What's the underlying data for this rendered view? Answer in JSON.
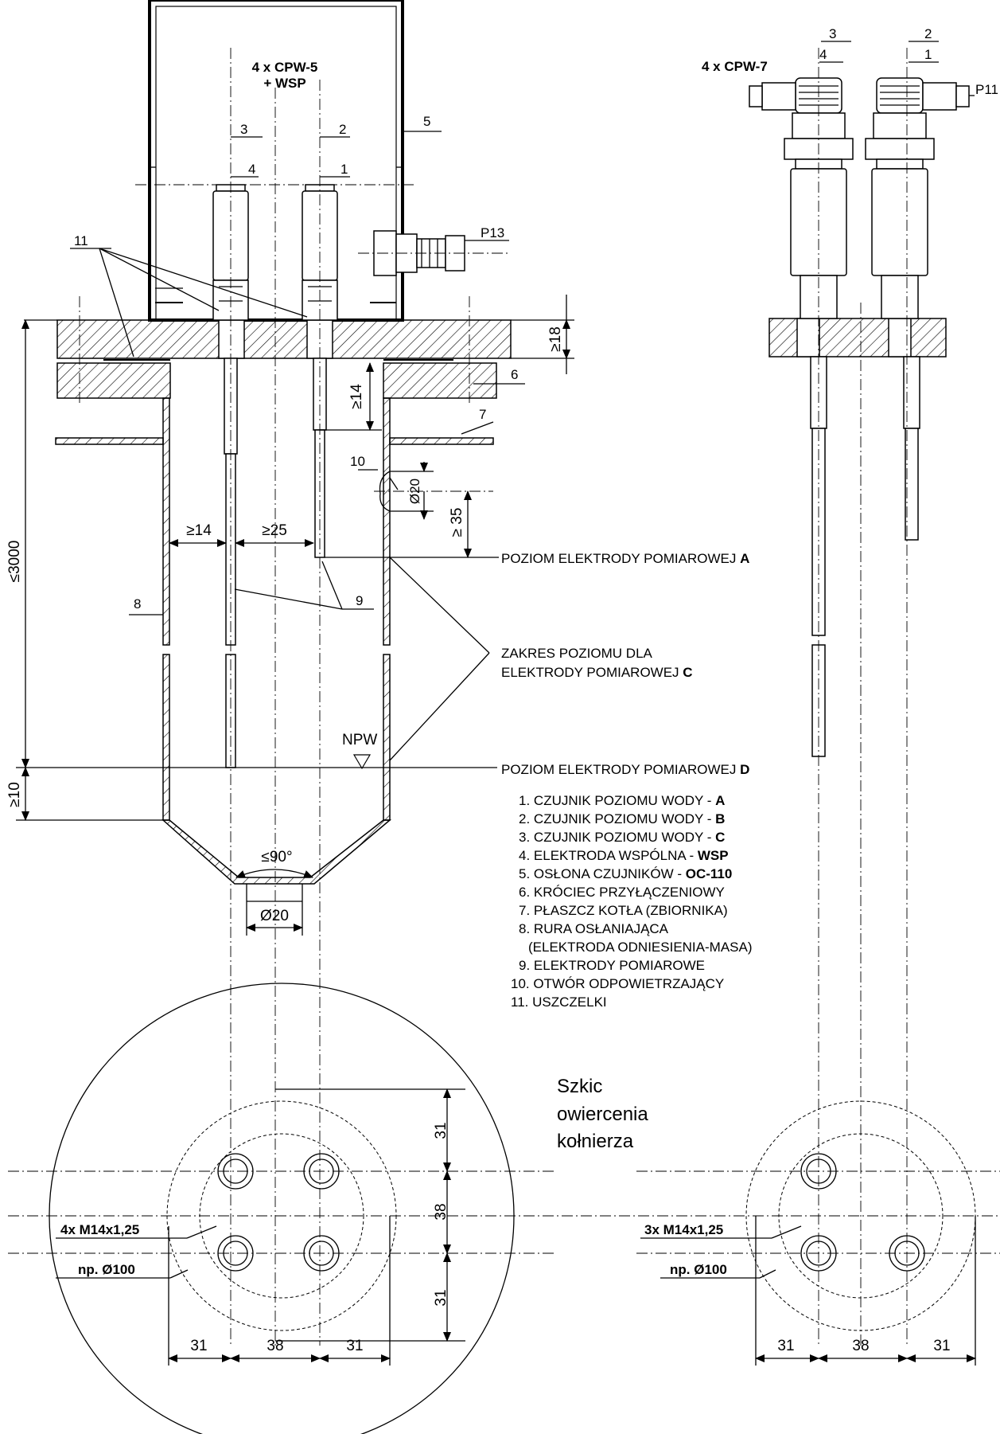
{
  "title_cpw5": [
    "4 x CPW-5",
    "+ WSP"
  ],
  "title_cpw7": "4 x CPW-7",
  "callouts": {
    "c1": "1",
    "c2": "2",
    "c3": "3",
    "c4": "4",
    "c5": "5",
    "c6": "6",
    "c7": "7",
    "c8": "8",
    "c9": "9",
    "c10": "10",
    "c11": "11",
    "r1": "1",
    "r2": "2",
    "r3": "3",
    "r4": "4",
    "p13": "P13",
    "p11": "P11"
  },
  "dimensions": {
    "d18": "≥18",
    "d14v": "≥14",
    "d20": "Ø20",
    "d35": "≥ 35",
    "d14h": "≥14",
    "d25": "≥25",
    "d3000": "≤3000",
    "d10": "≥10",
    "angle": "≤90°",
    "d20b": "Ø20",
    "f31a": "31",
    "f38": "38",
    "f31b": "31",
    "b31a": "31",
    "b38": "38",
    "b31b": "31",
    "r31a": "31",
    "r38": "38",
    "r31b": "31",
    "npw": "NPW"
  },
  "levels": {
    "a": {
      "text": "POZIOM ELEKTRODY POMIAROWEJ",
      "letter": "A"
    },
    "c": {
      "line1": "ZAKRES POZIOMU DLA",
      "line2": "ELEKTRODY POMIAROWEJ",
      "letter": "C"
    },
    "d": {
      "text": "POZIOM ELEKTRODY POMIAROWEJ",
      "letter": "D"
    }
  },
  "legend": [
    {
      "n": "1.",
      "t": "CZUJNIK POZIOMU WODY - ",
      "b": "A"
    },
    {
      "n": "2.",
      "t": "CZUJNIK POZIOMU WODY - ",
      "b": "B"
    },
    {
      "n": "3.",
      "t": "CZUJNIK POZIOMU WODY - ",
      "b": "C"
    },
    {
      "n": "4.",
      "t": "ELEKTRODA WSPÓLNA - ",
      "b": "WSP"
    },
    {
      "n": "5.",
      "t": "OSŁONA CZUJNIKÓW - ",
      "b": "OC-110"
    },
    {
      "n": "6.",
      "t": "KRÓCIEC PRZYŁĄCZENIOWY",
      "b": ""
    },
    {
      "n": "7.",
      "t": "PŁASZCZ KOTŁA (ZBIORNIKA)",
      "b": ""
    },
    {
      "n": "8.",
      "t": "RURA OSŁANIAJĄCA",
      "b": ""
    },
    {
      "n": "",
      "t": "(ELEKTRODA ODNIESIENIA-MASA)",
      "b": ""
    },
    {
      "n": "9.",
      "t": "ELEKTRODY POMIAROWE",
      "b": ""
    },
    {
      "n": "10.",
      "t": "OTWÓR ODPOWIETRZAJĄCY",
      "b": ""
    },
    {
      "n": "11.",
      "t": "USZCZELKI",
      "b": ""
    }
  ],
  "sketch_title": [
    "Szkic",
    "owiercenia",
    "kołnierza"
  ],
  "flange_left": {
    "threads": "4x M14x1,25",
    "pcd": "np. Ø100"
  },
  "flange_right": {
    "threads": "3x M14x1,25",
    "pcd": "np. Ø100"
  }
}
